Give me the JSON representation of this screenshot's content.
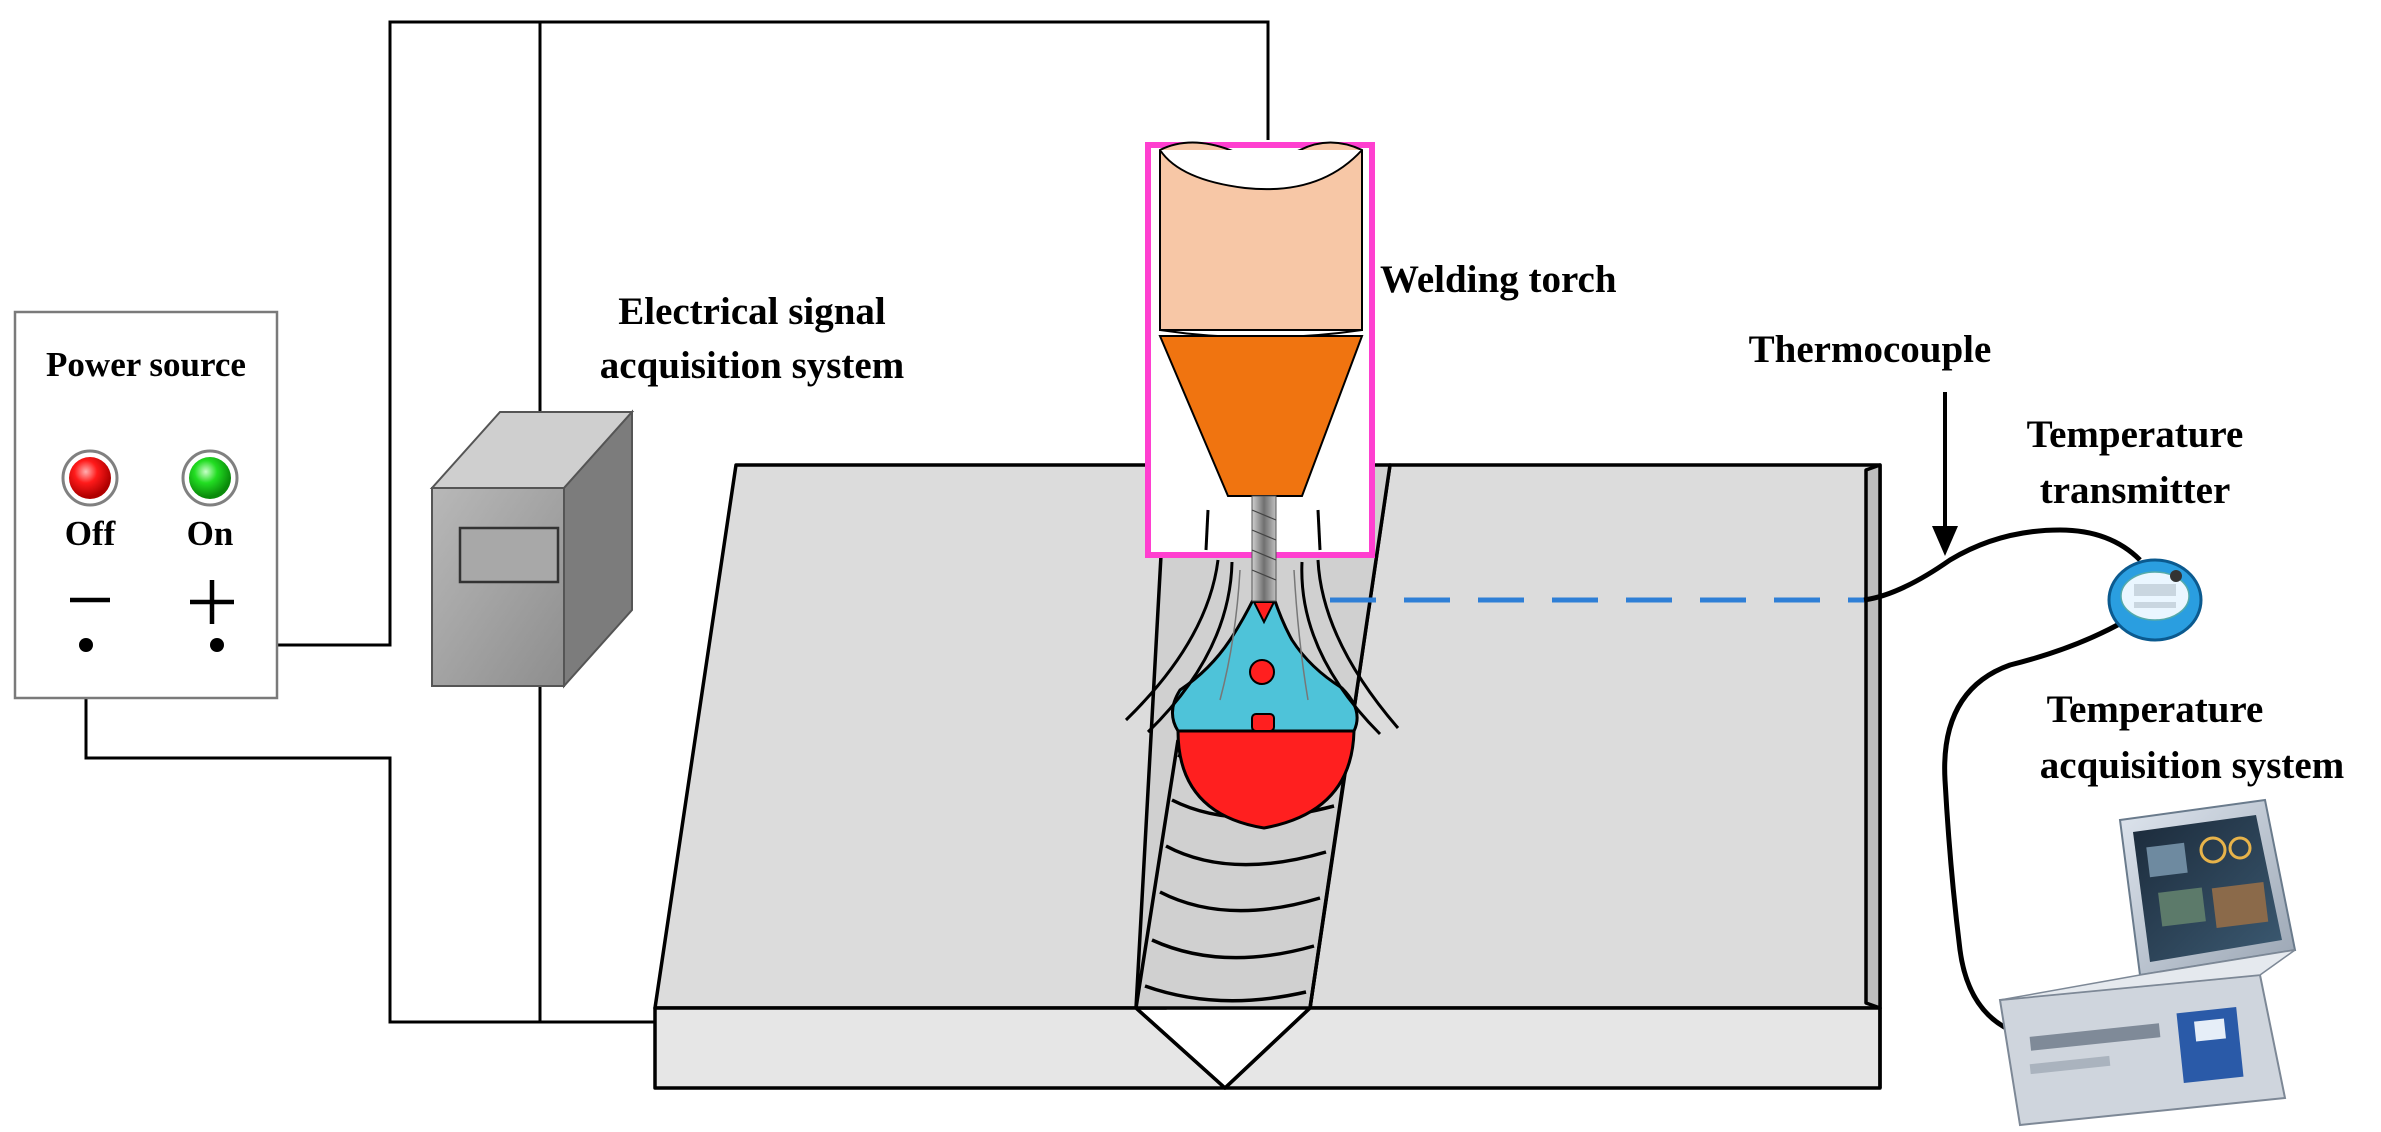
{
  "labels": {
    "power_source": "Power source",
    "off": "Off",
    "on": "On",
    "minus": "−",
    "plus": "+",
    "esas_line1": "Electrical signal",
    "esas_line2": "acquisition system",
    "welding_torch": "Welding torch",
    "thermocouple": "Thermocouple",
    "temp_transmitter_line1": "Temperature",
    "temp_transmitter_line2": "transmitter",
    "temp_acq_line1": "Temperature",
    "temp_acq_line2": "acquisition system"
  },
  "colors": {
    "wire": "#000000",
    "plate": "#d9d9d9",
    "torch_frame": "#ff3fd0",
    "nozzle_body": "#f7c7a6",
    "nozzle_tip": "#f07410",
    "molten_pool": "#ff1f1f",
    "droplet_zone": "#4ec3d9",
    "sensor_line": "#2f7fd6",
    "led_off": "#ff1a1a",
    "led_on": "#22dd22",
    "box_grey": "#a6a6a6"
  }
}
